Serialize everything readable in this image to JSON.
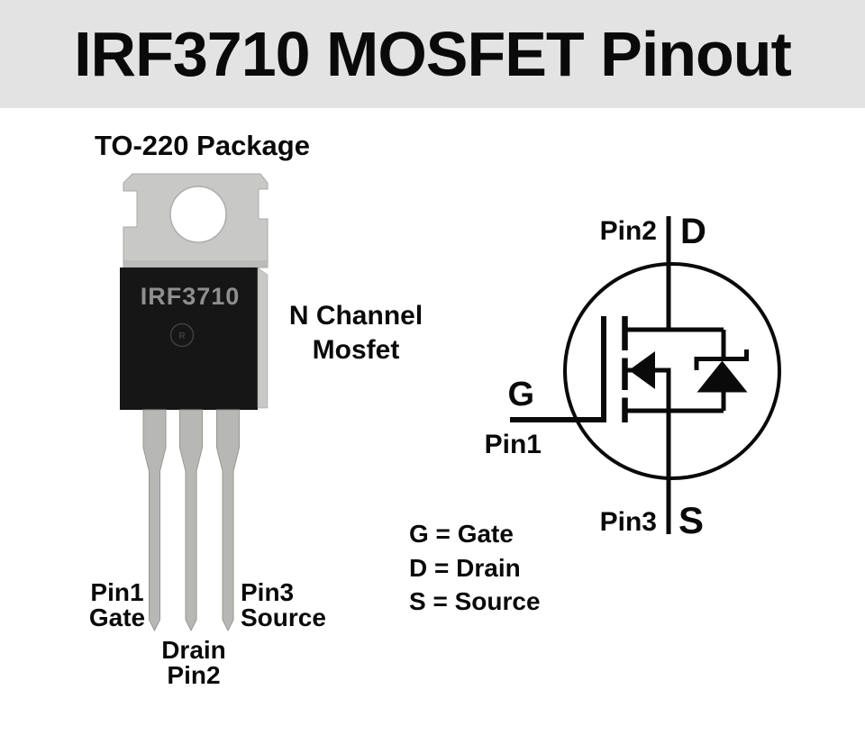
{
  "header": {
    "title": "IRF3710 MOSFET Pinout"
  },
  "package": {
    "label": "TO-220 Package",
    "part_number": "IRF3710",
    "logo_text": "R",
    "type_line1": "N Channel",
    "type_line2": "Mosfet",
    "pins": {
      "pin1": {
        "number": "Pin1",
        "name": "Gate"
      },
      "pin2": {
        "number": "Pin2",
        "name": "Drain"
      },
      "pin3": {
        "number": "Pin3",
        "name": "Source"
      }
    }
  },
  "schematic": {
    "drain": {
      "pin": "Pin2",
      "letter": "D"
    },
    "gate": {
      "pin": "Pin1",
      "letter": "G"
    },
    "source": {
      "pin": "Pin3",
      "letter": "S"
    }
  },
  "legend": {
    "items": [
      {
        "text": "G = Gate"
      },
      {
        "text": "D = Drain"
      },
      {
        "text": "S = Source"
      }
    ]
  },
  "colors": {
    "header_bg": "#e3e3e3",
    "package_tab": "#c8c8c6",
    "package_body": "#161616",
    "pin_metal": "#b7b7b5",
    "marking_text": "#8f8f8f",
    "line_black": "#0a0a0a"
  }
}
